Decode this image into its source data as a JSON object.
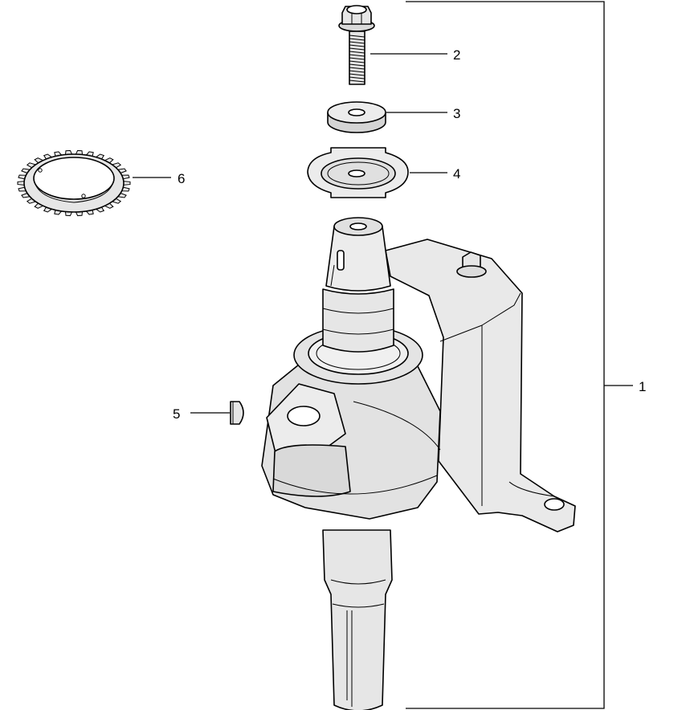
{
  "callouts": [
    {
      "id": "assembly",
      "label": "1"
    },
    {
      "id": "bolt",
      "label": "2"
    },
    {
      "id": "washer",
      "label": "3"
    },
    {
      "id": "plate",
      "label": "4"
    },
    {
      "id": "key",
      "label": "5"
    },
    {
      "id": "gear",
      "label": "6"
    }
  ],
  "colors": {
    "line": "#000000",
    "body": "#e6e6e6",
    "shade": "#cfcfcf",
    "background": "#ffffff"
  },
  "parts": {
    "1": "crankshaft-assembly-icon",
    "2": "flange-bolt-icon",
    "3": "washer-icon",
    "4": "retainer-plate-icon",
    "5": "woodruff-key-icon",
    "6": "timing-gear-icon"
  }
}
